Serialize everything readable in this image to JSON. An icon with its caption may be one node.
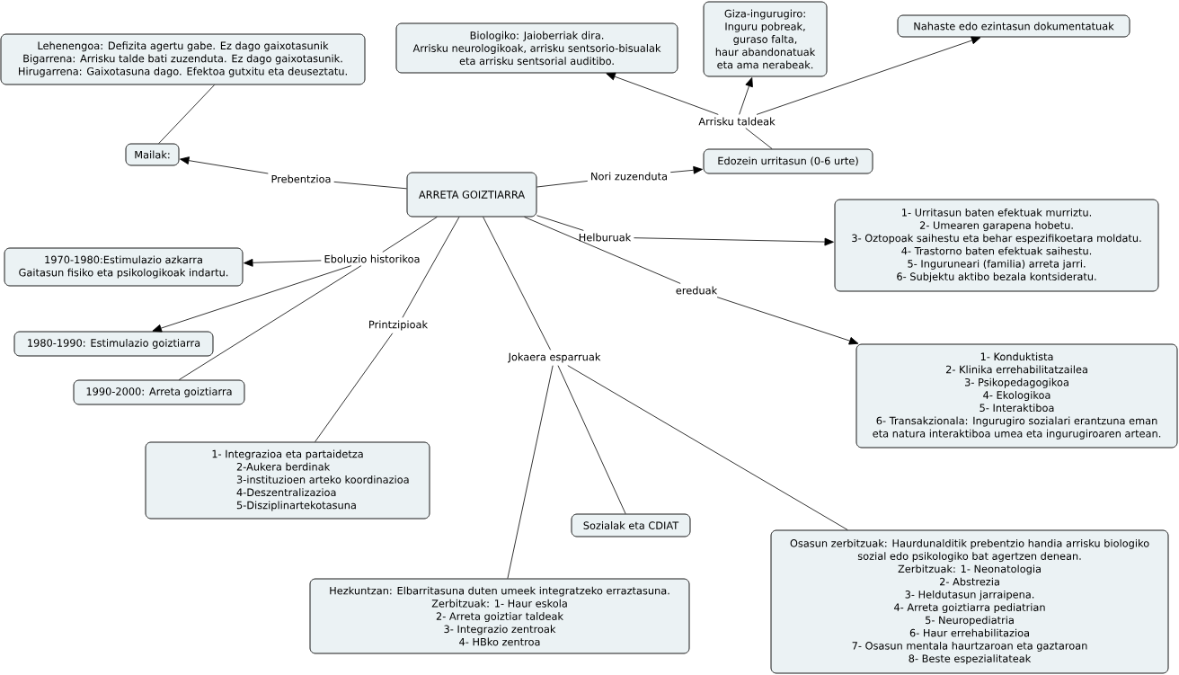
{
  "diagram": {
    "nodes": [
      {
        "text": [
          "Lehenengoa: Defizita agertu gabe. Ez dago gaixotasunik",
          "Bigarrena: Arrisku talde bati zuzenduta. Ez dago gaixotasunik.",
          "Hirugarrena: Gaixotasuna dago. Efektoa gutxitu eta deuseztatu."
        ]
      },
      {
        "text": [
          "Biologiko: Jaioberriak dira.",
          "Arrisku neurologikoak, arrisku sentsorio-bisualak eta arrisku sentsorial auditibo."
        ]
      },
      {
        "text": [
          "Giza-ingurugiro:",
          "Inguru pobreak,",
          "guraso falta,",
          "haur abandonatuak eta ama nerabeak."
        ]
      },
      {
        "text": [
          "Nahaste edo ezintasun dokumentatuak"
        ]
      },
      {
        "text": [
          "Arrisku taldeak"
        ]
      },
      {
        "text": [
          "Mailak:"
        ]
      },
      {
        "text": [
          "Edozein urritasun (0-6 urte)"
        ]
      },
      {
        "text": [
          "Prebentzioa"
        ]
      },
      {
        "text": [
          "ARRETA GOIZTIARRA"
        ]
      },
      {
        "text": [
          "Nori zuzenduta"
        ]
      },
      {
        "text": [
          "1- Urritasun baten efektuak murriztu.",
          "2- Umearen garapena hobetu.",
          "3- Oztopoak saihestu eta behar espezifikoetara moldatu.",
          "4- Trastorno baten efektuak saihestu.",
          "5- Inguruneari (familia) arreta jarri.",
          "6- Subjektu aktibo bezala kontsideratu."
        ]
      },
      {
        "text": [
          "Helburuak"
        ]
      },
      {
        "text": [
          "1970-1980:Estimulazio azkarra",
          "Gaitasun fisiko eta psikologikoak indartu."
        ]
      },
      {
        "text": [
          "Eboluzio historikoa"
        ]
      },
      {
        "text": [
          "ereduak"
        ]
      },
      {
        "text": [
          "1980-1990: Estimulazio goiztiarra"
        ]
      },
      {
        "text": [
          "Printzipioak"
        ]
      },
      {
        "text": [
          "1- Konduktista",
          "2- Klinika errehabilitatzailea",
          "3- Psikopedagogikoa",
          "4- Ekologikoa",
          "5- Interaktiboa",
          "6- Transakzionala: Ingurugiro sozialari erantzuna eman eta natura interaktiboa umea eta ingurugiroaren artean."
        ]
      },
      {
        "text": [
          "Jokaera esparruak"
        ]
      },
      {
        "text": [
          "1990-2000: Arreta goiztiarra"
        ]
      },
      {
        "text": [
          "1- Integrazioa eta partaidetza",
          "2-Aukera berdinak",
          "3-instituzioen arteko koordinazioa",
          "4-Deszentralizazioa",
          "5-Disziplinartekotasuna"
        ]
      },
      {
        "text": [
          "Sozialak eta CDIAT"
        ]
      },
      {
        "text": [
          "Osasun zerbitzuak: Haurdunalditik prebentzio handia arrisku biologiko sozial edo psikologiko bat agertzen denean.",
          "Zerbitzuak: 1- Neonatologia",
          "2- Abstrezia",
          "3- Heldutasun jarraipena.",
          "4- Arreta goiztiarra pediatrian",
          "5- Neuropediatria",
          "6- Haur errehabilitazioa",
          "7- Osasun mentala haurtzaroan eta gaztaroan",
          "8- Beste espezialitateak"
        ]
      },
      {
        "text": [
          "Hezkuntzan: Elbarritasuna duten umeek integratzeko erraztasuna.",
          "Zerbitzuak: 1- Haur eskola",
          "2- Arreta goiztiar taldeak",
          "3- Integrazio zentroak",
          "4- HBko zentroa"
        ]
      }
    ],
    "edges": [
      {
        "from": 8,
        "to": 7,
        "arrow": "none"
      },
      {
        "from": 7,
        "to": 5,
        "arrow": "to"
      },
      {
        "from": 5,
        "to": 0,
        "arrow": "none"
      },
      {
        "from": 8,
        "to": 9,
        "arrow": "none"
      },
      {
        "from": 9,
        "to": 6,
        "arrow": "to"
      },
      {
        "from": 6,
        "to": 4,
        "arrow": "none"
      },
      {
        "from": 4,
        "to": 1,
        "arrow": "to"
      },
      {
        "from": 4,
        "to": 2,
        "arrow": "to"
      },
      {
        "from": 4,
        "to": 3,
        "arrow": "to"
      },
      {
        "from": 8,
        "to": 11,
        "arrow": "none"
      },
      {
        "from": 11,
        "to": 10,
        "arrow": "to"
      },
      {
        "from": 8,
        "to": 14,
        "arrow": "none"
      },
      {
        "from": 14,
        "to": 17,
        "arrow": "to"
      },
      {
        "from": 8,
        "to": 13,
        "arrow": "none"
      },
      {
        "from": 13,
        "to": 12,
        "arrow": "to"
      },
      {
        "from": 13,
        "to": 15,
        "arrow": "to"
      },
      {
        "from": 13,
        "to": 19,
        "arrow": "none"
      },
      {
        "from": 8,
        "to": 16,
        "arrow": "none"
      },
      {
        "from": 16,
        "to": 20,
        "arrow": "none"
      },
      {
        "from": 8,
        "to": 18,
        "arrow": "none"
      },
      {
        "from": 18,
        "to": 23,
        "arrow": "none"
      },
      {
        "from": 18,
        "to": 21,
        "arrow": "none"
      },
      {
        "from": 18,
        "to": 22,
        "arrow": "none"
      }
    ]
  }
}
